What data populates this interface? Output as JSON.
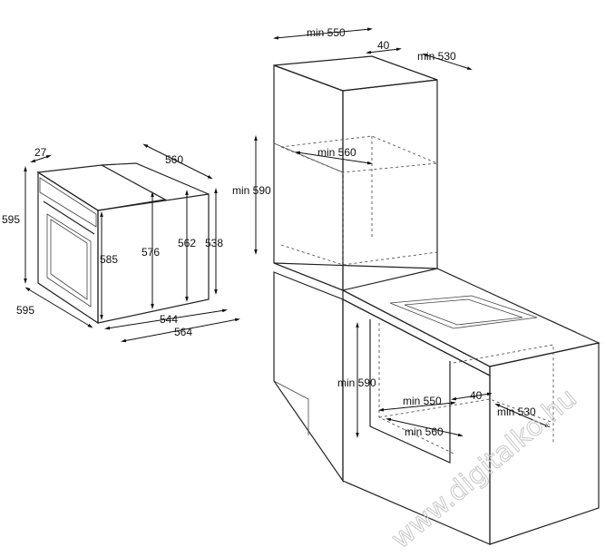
{
  "oven": {
    "depth_front": "27",
    "depth_total": "560",
    "height_left": "595",
    "height_inner": "585",
    "height_576": "576",
    "height_562": "562",
    "height_538": "538",
    "width_front": "595",
    "width_544": "544",
    "width_564": "564"
  },
  "tall_cabinet": {
    "top_width": "min 550",
    "gap": "40",
    "depth": "min 530",
    "niche_height": "min 590",
    "niche_depth": "min 560"
  },
  "base_cabinet": {
    "niche_height": "min 590",
    "width": "min 550",
    "gap": "40",
    "depth": "min 530",
    "niche_depth": "min 560"
  },
  "watermark": "www.digitalko.hu"
}
